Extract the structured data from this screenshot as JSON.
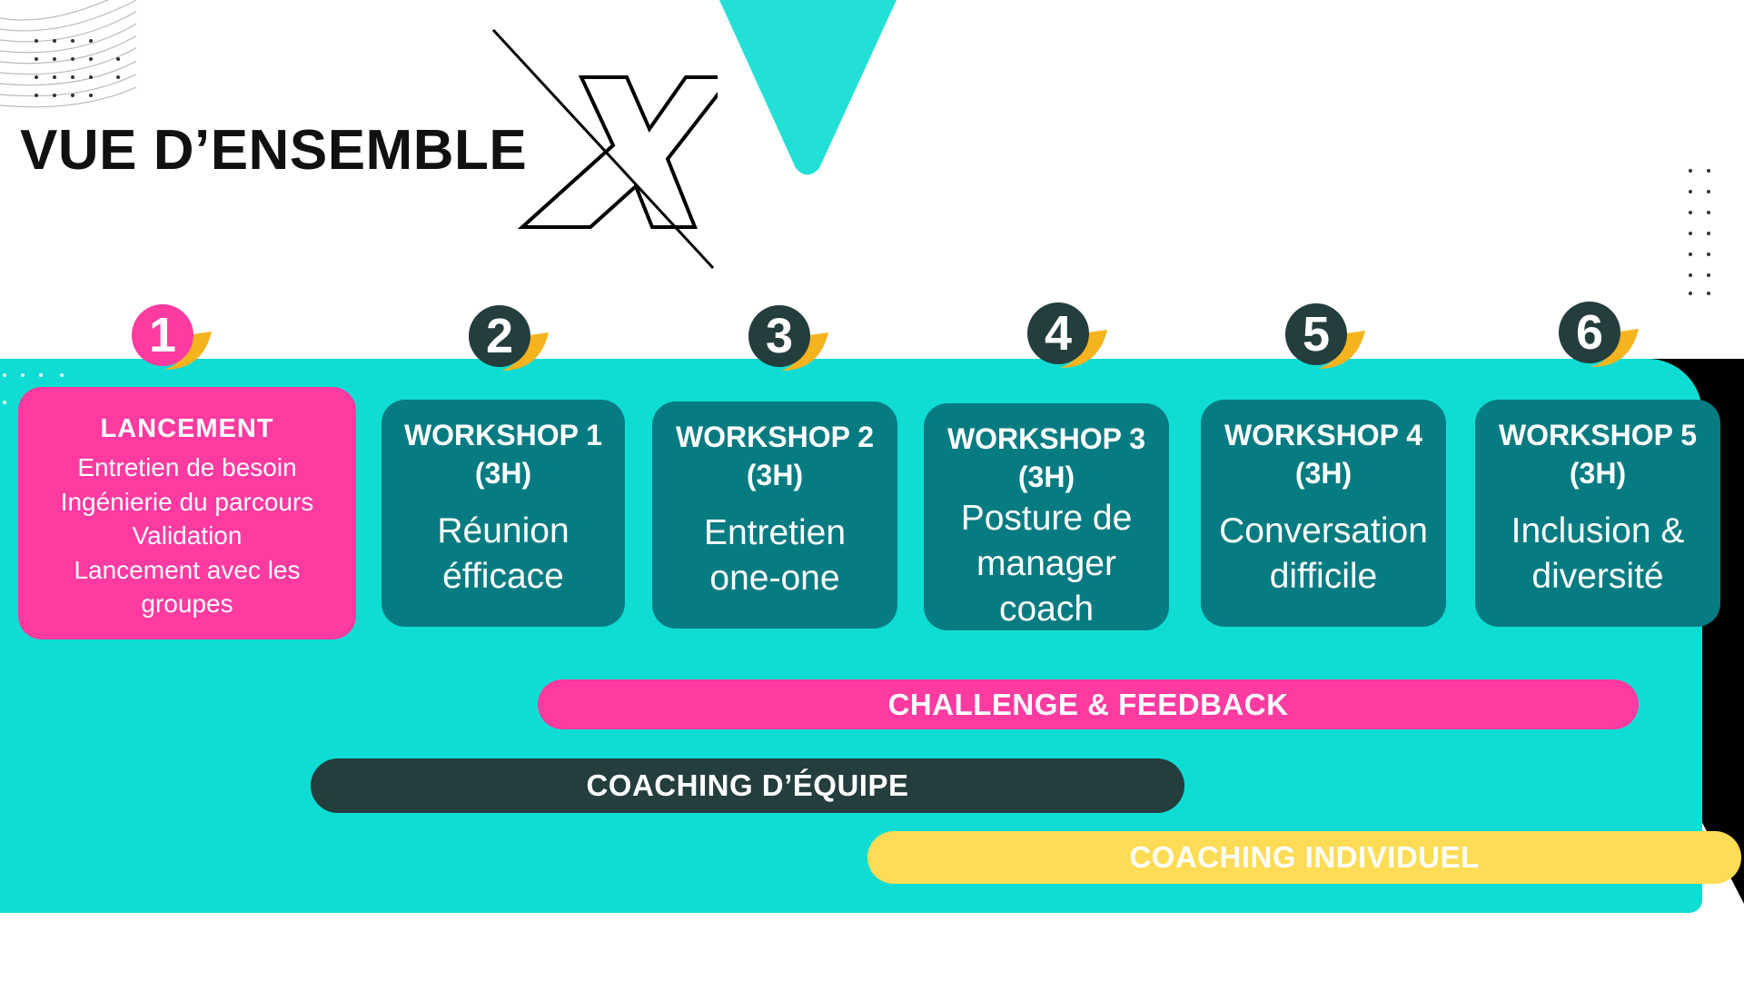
{
  "title": "VUE D’ENSEMBLE",
  "colors": {
    "teal": "#0fddd3",
    "dark_teal": "#067c82",
    "pink": "#ff3aa0",
    "charcoal": "#243d3d",
    "yellow": "#ffdc55",
    "orange": "#f5b31e",
    "black": "#000000"
  },
  "steps": [
    {
      "number": "1",
      "title": "LANCEMENT",
      "lines": [
        "Entretien de besoin",
        "Ingénierie du parcours",
        "Validation",
        "Lancement avec les",
        "groupes"
      ]
    },
    {
      "number": "2",
      "title": "WORKSHOP 1",
      "duration": "(3H)",
      "desc": [
        "Réunion",
        "éfficace"
      ]
    },
    {
      "number": "3",
      "title": "WORKSHOP 2",
      "duration": "(3H)",
      "desc": [
        "Entretien",
        "one-one"
      ]
    },
    {
      "number": "4",
      "title": "WORKSHOP 3",
      "duration": "(3H)",
      "desc": [
        "Posture de",
        "manager",
        "coach"
      ]
    },
    {
      "number": "5",
      "title": "WORKSHOP 4",
      "duration": "(3H)",
      "desc": [
        "Conversation",
        "difficile"
      ]
    },
    {
      "number": "6",
      "title": "WORKSHOP 5",
      "duration": "(3H)",
      "desc": [
        "Inclusion &",
        "diversité"
      ]
    }
  ],
  "bars": [
    {
      "label": "CHALLENGE & FEEDBACK"
    },
    {
      "label": "COACHING D’ÉQUIPE"
    },
    {
      "label": "COACHING INDIVIDUEL"
    }
  ]
}
